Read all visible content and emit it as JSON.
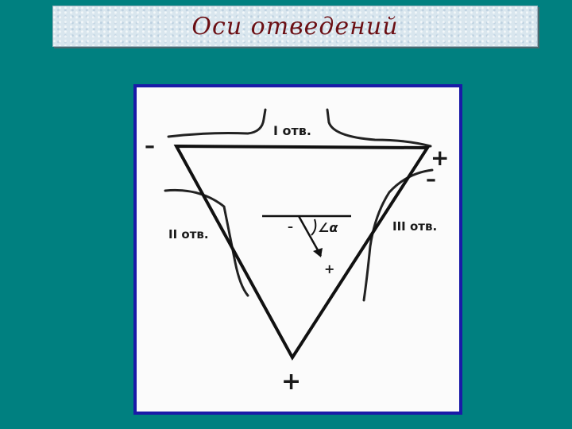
{
  "title": "Оси отведений",
  "diagram": {
    "lead_I_label": "I отв.",
    "lead_II_label": "II отв.",
    "lead_III_label": "III отв.",
    "angle_label": "∠α",
    "minus_sign": "–",
    "plus_sign": "+"
  },
  "colors": {
    "background": "#008080",
    "title_text": "#6b0f14",
    "figure_border": "#1a1aa8"
  }
}
